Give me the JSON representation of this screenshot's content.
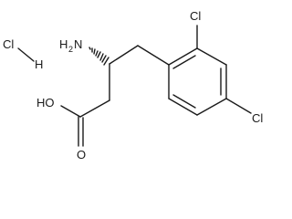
{
  "molecule": {
    "salt": {
      "cl_label": "Cl",
      "h_label": "H"
    },
    "amine": {
      "label": "H",
      "subscript": "2",
      "n_label": "N"
    },
    "acid": {
      "oh_label": "HO",
      "o_label": "O"
    },
    "ring_substituents": {
      "cl_ortho": "Cl",
      "cl_para": "Cl"
    },
    "stereo": "wedge (hashed) at C3"
  }
}
